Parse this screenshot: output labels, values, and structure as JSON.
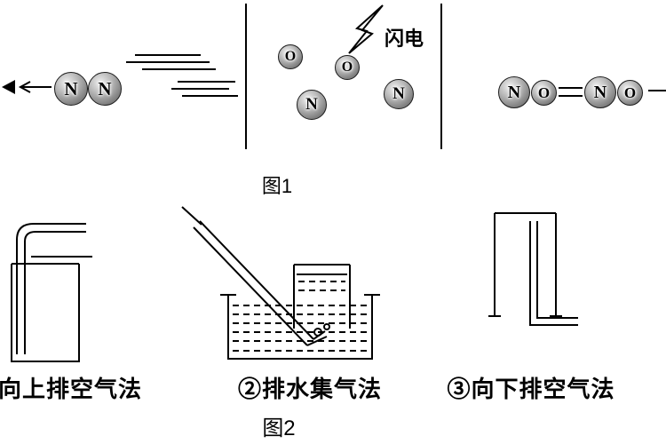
{
  "figure1": {
    "caption": "图1",
    "lightning_label": "闪电",
    "reactants": {
      "atom1": "N",
      "atom2": "N"
    },
    "free_atoms": {
      "o1": "O",
      "o2": "O",
      "n1": "N",
      "n2": "N"
    },
    "products": {
      "m1_n": "N",
      "m1_o": "O",
      "m2_n": "N",
      "m2_o": "O"
    }
  },
  "figure2": {
    "caption": "图2",
    "methods": {
      "upward_air": "向上排空气法",
      "water_displacement": "②排水集气法",
      "downward_air": "③向下排空气法"
    }
  }
}
